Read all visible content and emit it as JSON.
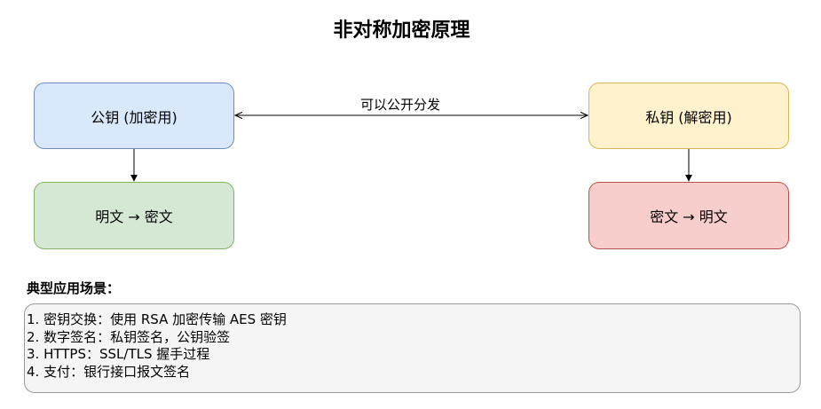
{
  "title": "非对称加密原理",
  "nodes": {
    "public_key": {
      "label": "公钥 (加密用)",
      "fill": "#dae8fc",
      "stroke": "#6c8ebf"
    },
    "private_key": {
      "label": "私钥 (解密用)",
      "fill": "#fff2cc",
      "stroke": "#d6b656"
    },
    "encrypt": {
      "label": "明文 → 密文",
      "fill": "#d5e8d4",
      "stroke": "#82b366"
    },
    "decrypt": {
      "label": "密文 → 明文",
      "fill": "#f8cecc",
      "stroke": "#b85450"
    }
  },
  "edge_label": "可以公开分发",
  "scenarios": {
    "heading": "典型应用场景：",
    "items": [
      "1. 密钥交换：使用 RSA 加密传输 AES 密钥",
      "2. 数字签名：私钥签名，公钥验签",
      "3. HTTPS：SSL/TLS 握手过程",
      "4. 支付：银行接口报文签名"
    ]
  }
}
